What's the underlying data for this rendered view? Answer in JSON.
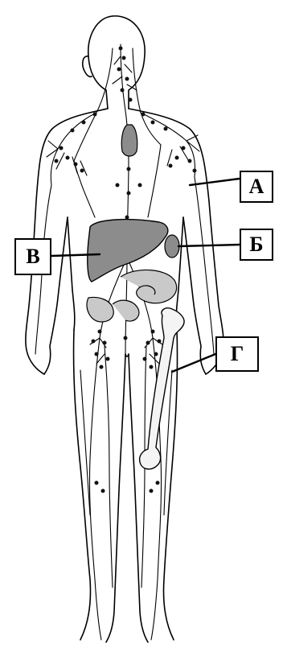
{
  "labels": {
    "a": "А",
    "b": "Б",
    "v": "В",
    "g": "Г"
  },
  "colors": {
    "outline": "#000000",
    "organ_fill": "#8c8c8c",
    "organ_light": "#c9c9c9",
    "bone_fill": "#f4f4f4",
    "node_fill": "#111111"
  }
}
